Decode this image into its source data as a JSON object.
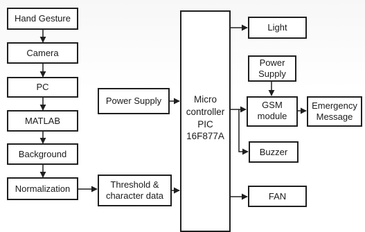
{
  "blocks": {
    "hand_gesture": "Hand Gesture",
    "camera": "Camera",
    "pc": "PC",
    "matlab": "MATLAB",
    "background": "Background",
    "normalization": "Normalization",
    "power_supply_left": "Power Supply",
    "threshold": "Threshold &\ncharacter data",
    "microcontroller": "Micro\ncontroller\nPIC\n16F877A",
    "light": "Light",
    "power_supply_right": "Power\nSupply",
    "gsm": "GSM\nmodule",
    "emergency": "Emergency\nMessage",
    "buzzer": "Buzzer",
    "fan": "FAN"
  },
  "colors": {
    "line": "#1f1f1f",
    "box_fill": "#ffffff"
  }
}
